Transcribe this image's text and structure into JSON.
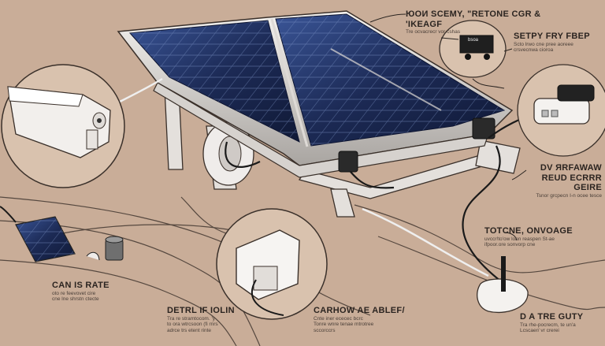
{
  "colors": {
    "background": "#c9ad98",
    "panel_cell": "#1c2a55",
    "panel_cell_light": "#2f4680",
    "frame": "#e9e6e2",
    "cable": "#1a1a1a",
    "outline": "#3a302a"
  },
  "labels": {
    "top_right": {
      "heading": "ЮОИ SCEMY, \"RETONE CGR & 'IKEAGF",
      "sub": "Tre ocvacrecr vor cshas"
    },
    "right_upper": {
      "heading": "SETPY FRY FBEP",
      "sub1": "Scto lrwo cne pree aoreee",
      "sub2": "crsvecnwa cioroa"
    },
    "right_mid": {
      "heading": "DV ЯRFAWAW",
      "heading2": "REUD ECRRR GEIRE",
      "sub": "Tsnor grcpecn I-n ocee tesce"
    },
    "right_lower": {
      "heading": "TOTCNE, ONVOAGE",
      "sub1": "uvccr!to'ow lonn reaspen St-ae",
      "sub2": "ifpoor.ore sonvorp cne"
    },
    "bottom_right": {
      "heading": "D A TRE GUTY",
      "sub1": "Tra rhe-pocrecm, te un'a",
      "sub2": "Lcscaer/ vr crerei"
    },
    "bottom_left": {
      "heading": "CAN IS RATE",
      "sub1": "oto re feevovet cire",
      "sub2": "cne lne shrstn ctecte"
    },
    "bottom_center_left": {
      "heading": "DETRL IF IOLIN",
      "sub1": "Tra re stramtocom. 'y",
      "sub2": "to ora wtrcsoon (fi rnrs",
      "sub3": "adrce trs etent rinte"
    },
    "bottom_center": {
      "heading": "CARHOW AE ABLEF/",
      "sub1": "Cnte iner ececec bcrc",
      "sub2": "Tonre wnre tenae mtrotree",
      "sub3": "sccorccrs"
    },
    "device_tag": "bsoa"
  }
}
